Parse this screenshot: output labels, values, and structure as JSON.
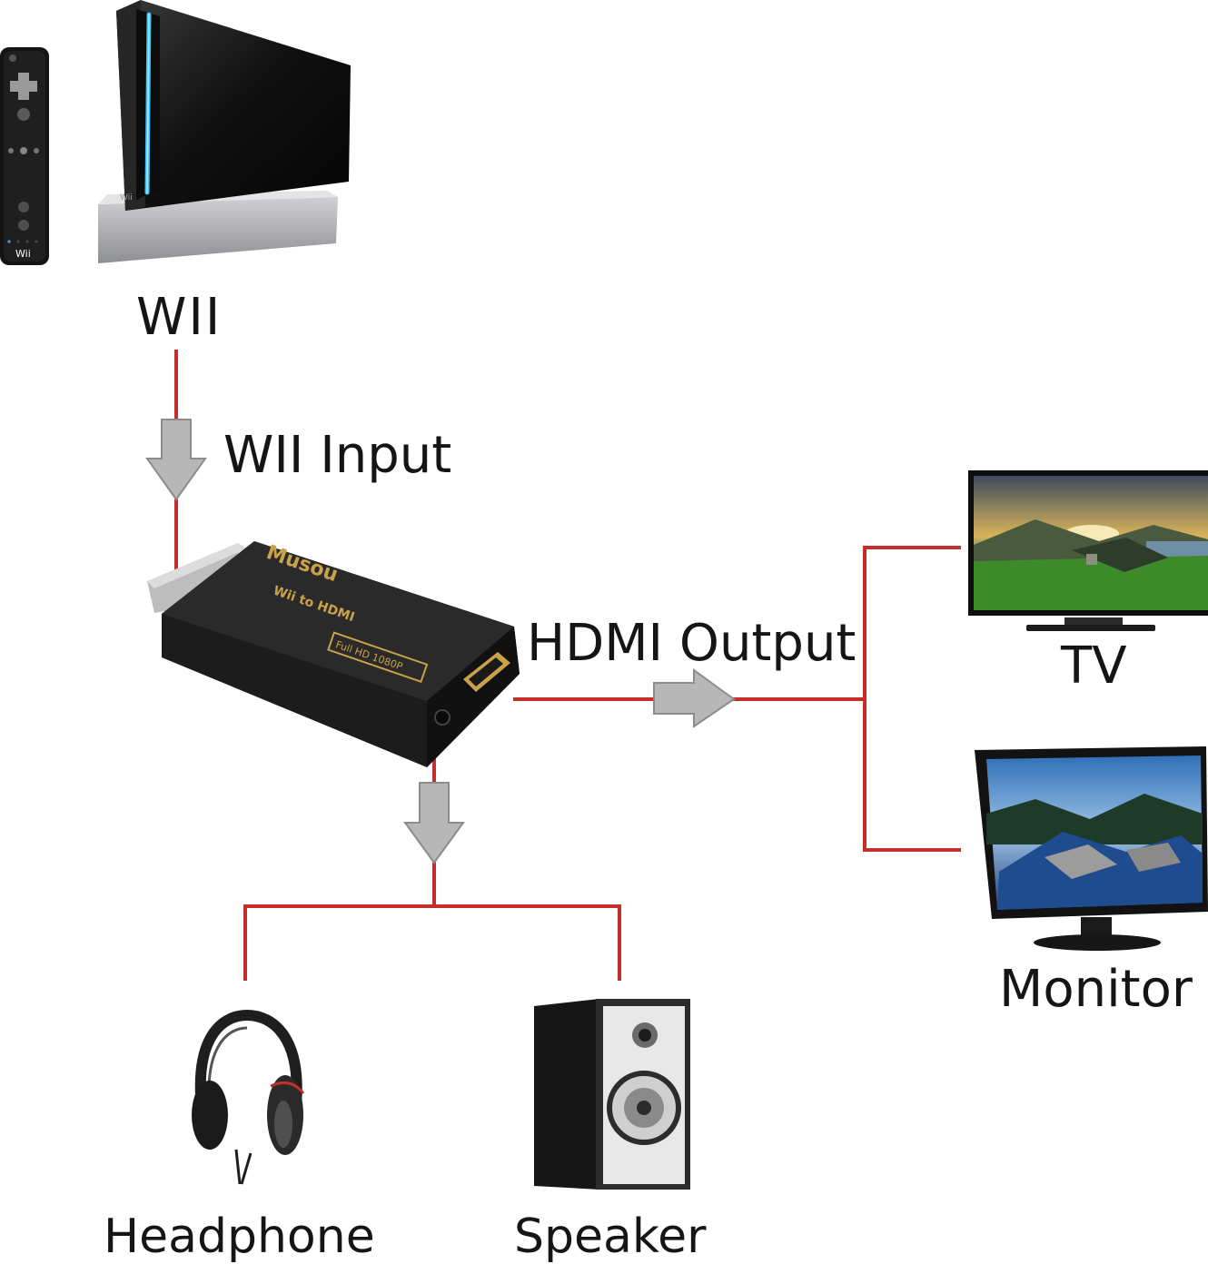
{
  "labels": {
    "wii": "WII",
    "wii_input": "WII Input",
    "hdmi_output": "HDMI Output",
    "tv": "TV",
    "monitor": "Monitor",
    "headphone": "Headphone",
    "speaker": "Speaker"
  },
  "adapter": {
    "brand": "Musou",
    "model": "Wii to HDMI",
    "badge": "Full HD 1080P"
  },
  "device_marks": {
    "console": "Wii",
    "remote": "Wii"
  },
  "colors": {
    "line": "#c42f2a",
    "arrow": "#b7b7b7",
    "arrow_edge": "#8c8c8c",
    "adapter_body": "#1d1d1d",
    "gold": "#c9a24a"
  }
}
